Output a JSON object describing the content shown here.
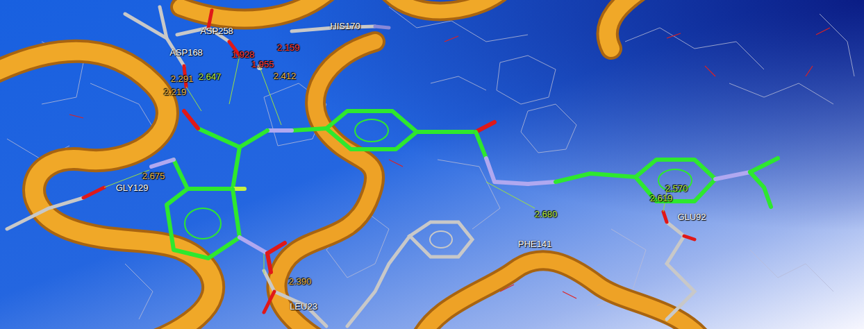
{
  "diagram": {
    "labels": [
      "ASP258",
      "HIS170",
      "ASP168",
      "1.928",
      "1.955",
      "2.159",
      "2.291",
      "2.647",
      "2.219",
      "2.412",
      "2.675",
      "GLY129",
      "2.570",
      "2.619",
      "GLU92",
      "2.680",
      "PHE141",
      "2.390",
      "LEU23"
    ]
  }
}
